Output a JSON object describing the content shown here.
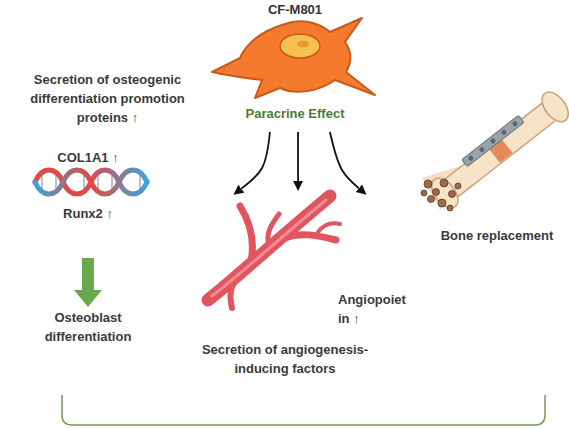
{
  "diagram": {
    "nodes": [
      {
        "text": [
          "CF-M801",
          "Paracrine Effect"
        ]
      },
      {
        "text": [
          "COL1A1 ↑",
          "Runx2 ↑"
        ]
      },
      {
        "text": [
          "Osteoblast differentiation"
        ]
      },
      {
        "text": [
          "Angiopoiet in ↑",
          "Secretion of angiogenesis-inducing factors"
        ]
      },
      {
        "text": [
          "Bone replacement"
        ]
      }
    ],
    "edges": [
      {
        "from": 0,
        "to": 1,
        "arrow": "to"
      },
      {
        "from": 0,
        "to": 3,
        "arrow": "to"
      },
      {
        "from": 0,
        "to": 4,
        "arrow": "to"
      },
      {
        "from": 1,
        "to": 2,
        "arrow": "to"
      }
    ],
    "labels": [
      "Secretion of osteogenic differentiation promotion proteins ↑"
    ]
  }
}
